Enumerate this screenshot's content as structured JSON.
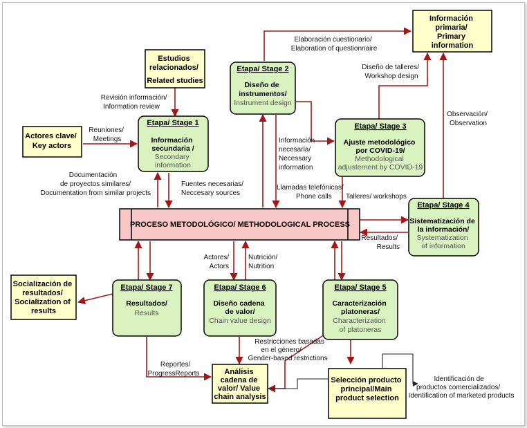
{
  "process": {
    "label": "PROCESO METODOLÓGICO/ METHODOLOGICAL PROCESS"
  },
  "boxes": {
    "primary_info": [
      "Información",
      "primaria/",
      "Primary",
      "information"
    ],
    "related_studies": [
      "Estudios",
      "relacionados/",
      "Related studies"
    ],
    "key_actors": [
      "Actores clave/",
      "Key actors"
    ],
    "socialization": [
      "Socialización de",
      "resultados/",
      "Socialization of",
      "results"
    ],
    "value_chain_analysis": [
      "Análisis",
      "cadena de",
      "valor/ Value",
      "chain analysis"
    ],
    "product_selection": [
      "Selección producto",
      "principal/Main",
      "product selection"
    ]
  },
  "stages": {
    "s1": {
      "title": "Etapa/ Stage 1",
      "es": [
        "Información",
        "secundaria /"
      ],
      "en": [
        "Secondary",
        "information"
      ]
    },
    "s2": {
      "title": "Etapa/ Stage 2",
      "es": [
        "Diseño de",
        "instrumentos/"
      ],
      "en": [
        "Instrument design"
      ]
    },
    "s3": {
      "title": "Etapa/ Stage 3",
      "es": [
        "Ajuste metodológico",
        "por COVID-19/"
      ],
      "en": [
        "Methodological",
        "adjustement by COVID-19"
      ]
    },
    "s4": {
      "title": "Etapa/ Stage 4",
      "es": [
        "Sistematización de",
        "la información/"
      ],
      "en": [
        "Systematization",
        "of information"
      ]
    },
    "s5": {
      "title": "Etapa/ Stage 5",
      "es": [
        "Caracterización",
        "platoneras/"
      ],
      "en": [
        "Characterization",
        "of platoneras"
      ]
    },
    "s6": {
      "title": "Etapa/ Stage 6",
      "es": [
        "Diseño cadena",
        "de valor/"
      ],
      "en": [
        "Chain value design"
      ]
    },
    "s7": {
      "title": "Etapa/ Stage 7",
      "es": [
        "Resultados/"
      ],
      "en": [
        "Results"
      ]
    }
  },
  "labels": {
    "elaboration": [
      "Elaboración cuestionario/",
      "Elaboration of questionnaire"
    ],
    "workshop_design": [
      "Diseño de talleres/",
      "Workshop design"
    ],
    "info_review": [
      "Revisión información/",
      "Information review"
    ],
    "meetings": [
      "Reuniones/",
      "Meetings"
    ],
    "necessary_info": [
      "Información",
      "necesaria/",
      "Necessary",
      "information"
    ],
    "observation": [
      "Observación/",
      "Observation"
    ],
    "documentation": [
      "Documentación",
      "de proyectos similares/",
      "Documentation from similar projects"
    ],
    "sources": [
      "Fuentes necesarias/",
      "Neccesary sources"
    ],
    "phone_calls": [
      "Llamadas telefónicas/",
      "Phone calls"
    ],
    "workshops": [
      "Talleres/ workshops"
    ],
    "results": [
      "Resultados/",
      "Results"
    ],
    "actors": [
      "Actores/",
      "Actors"
    ],
    "nutrition": [
      "Nutrición/",
      "Nutrition"
    ],
    "restrictions": [
      "Restricciones basadas",
      "en el género/",
      "Gender-based restrictions"
    ],
    "reports": [
      "Reportes/",
      "ProgressReports"
    ],
    "identification": [
      "Identificación de",
      "productos comercializados/",
      "Identification of marketed products"
    ]
  },
  "colors": {
    "yellow": "#ffffcc",
    "green": "#d9f2c0",
    "pink": "#f8c8c8",
    "arrow": "#a01818"
  }
}
